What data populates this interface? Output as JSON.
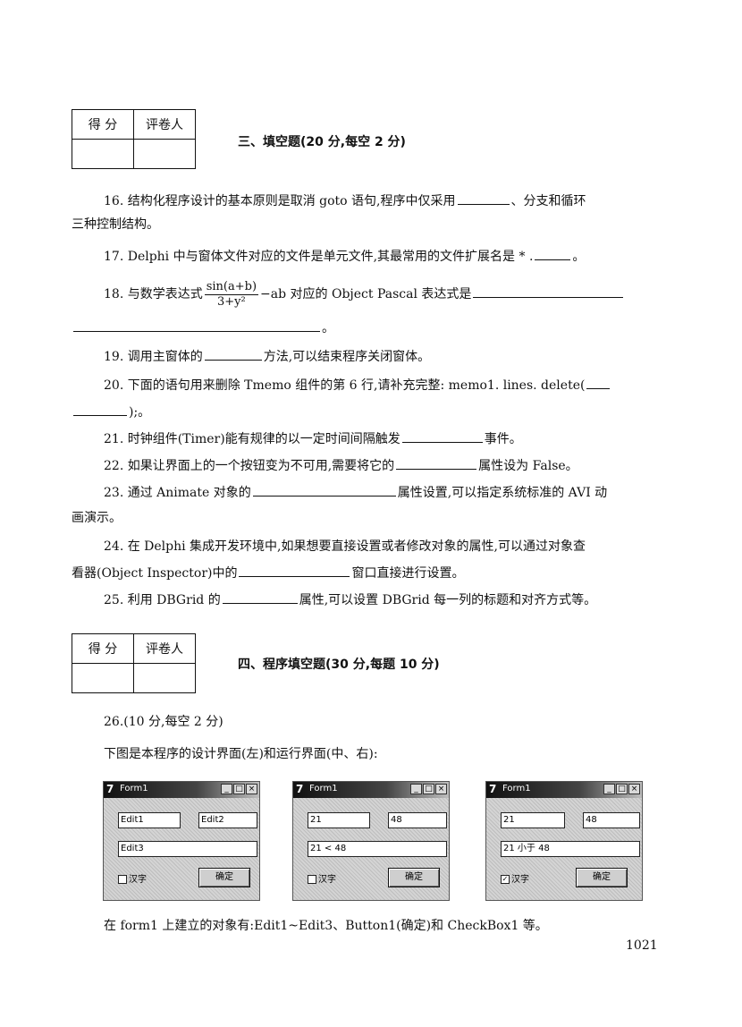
{
  "score_table": {
    "col1": "得  分",
    "col2": "评卷人"
  },
  "section3": {
    "title": "三、填空题(20 分,每空 2 分)"
  },
  "q16": {
    "a": "16. 结构化程序设计的基本原则是取消 goto 语句,程序中仅采用",
    "b": "、分支和循环",
    "c": "三种控制结构。"
  },
  "q17": {
    "a": "17. Delphi 中与窗体文件对应的文件是单元文件,其最常用的文件扩展名是 * .",
    "b": "。"
  },
  "q18": {
    "a": "18. 与数学表达式",
    "num": "sin(a+b)",
    "den": "3+y²",
    "b": "−ab 对应的 Object Pascal 表达式是",
    "c": "。"
  },
  "q19": {
    "a": "19. 调用主窗体的",
    "b": "方法,可以结束程序关闭窗体。"
  },
  "q20": {
    "a": "20. 下面的语句用来删除 Tmemo 组件的第 6 行,请补充完整: memo1. lines. delete(",
    "b": ");。"
  },
  "q21": {
    "a": "21. 时钟组件(Timer)能有规律的以一定时间间隔触发",
    "b": "事件。"
  },
  "q22": {
    "a": "22. 如果让界面上的一个按钮变为不可用,需要将它的",
    "b": "属性设为 False。"
  },
  "q23": {
    "a": "23. 通过 Animate 对象的",
    "b": "属性设置,可以指定系统标准的 AVI 动",
    "c": "画演示。"
  },
  "q24": {
    "a": "24. 在 Delphi 集成开发环境中,如果想要直接设置或者修改对象的属性,可以通过对象查",
    "b": "看器(Object Inspector)中的",
    "c": "窗口直接进行设置。"
  },
  "q25": {
    "a": "25. 利用 DBGrid 的",
    "b": "属性,可以设置 DBGrid 每一列的标题和对齐方式等。"
  },
  "section4": {
    "title": "四、程序填空题(30 分,每题 10 分)"
  },
  "q26": {
    "a": "26.(10 分,每空 2 分)",
    "b": "下图是本程序的设计界面(左)和运行界面(中、右):"
  },
  "forms": [
    {
      "title": "Form1",
      "e1": "Edit1",
      "e2": "Edit2",
      "e3": "Edit3",
      "chk": "汉字",
      "checked": "",
      "btn": "确定"
    },
    {
      "title": "Form1",
      "e1": "21",
      "e2": "48",
      "e3": "21 < 48",
      "chk": "汉字",
      "checked": "",
      "btn": "确定"
    },
    {
      "title": "Form1",
      "e1": "21",
      "e2": "48",
      "e3": "21 小于 48",
      "chk": "汉字",
      "checked": "✓",
      "btn": "确定"
    }
  ],
  "footer_text": "在 form1 上建立的对象有:Edit1~Edit3、Button1(确定)和 CheckBox1 等。",
  "page_number": "1021"
}
